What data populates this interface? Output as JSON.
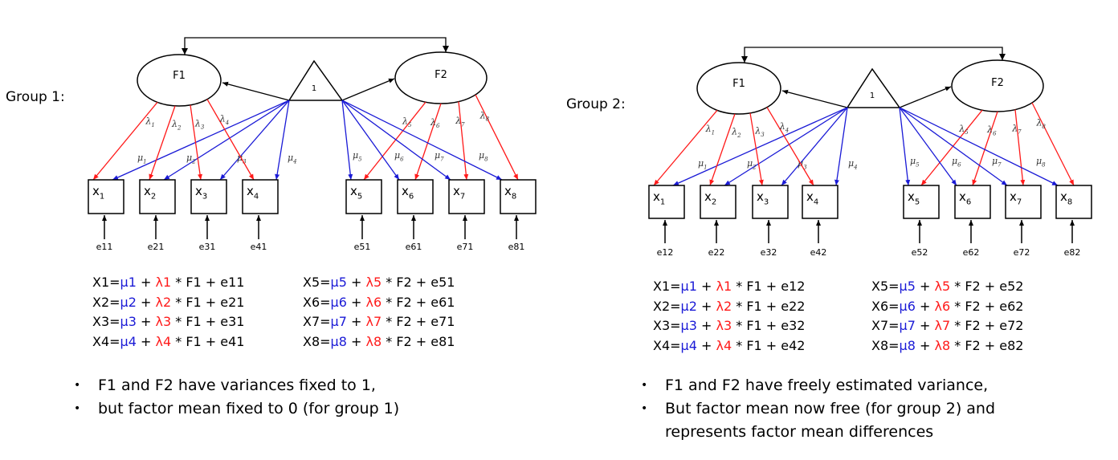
{
  "colors": {
    "intercept_path": "#1a1ad6",
    "loading_path": "#ff1a1a",
    "structure": "#000000"
  },
  "groups": [
    {
      "label": "Group 1:",
      "factors": [
        "F1",
        "F2"
      ],
      "constant_label": "1",
      "indicators": [
        {
          "name": "x",
          "sub": "1",
          "error": "e11",
          "loading": "λ",
          "loading_sub": "1",
          "intercept": "μ",
          "intercept_sub": "1",
          "factor": 0
        },
        {
          "name": "x",
          "sub": "2",
          "error": "e21",
          "loading": "λ",
          "loading_sub": "2",
          "intercept": "μ",
          "intercept_sub": "2",
          "factor": 0
        },
        {
          "name": "x",
          "sub": "3",
          "error": "e31",
          "loading": "λ",
          "loading_sub": "3",
          "intercept": "μ",
          "intercept_sub": "3",
          "factor": 0
        },
        {
          "name": "x",
          "sub": "4",
          "error": "e41",
          "loading": "λ",
          "loading_sub": "4",
          "intercept": "μ",
          "intercept_sub": "4",
          "factor": 0
        },
        {
          "name": "x",
          "sub": "5",
          "error": "e51",
          "loading": "λ",
          "loading_sub": "5",
          "intercept": "μ",
          "intercept_sub": "5",
          "factor": 1
        },
        {
          "name": "x",
          "sub": "6",
          "error": "e61",
          "loading": "λ",
          "loading_sub": "6",
          "intercept": "μ",
          "intercept_sub": "6",
          "factor": 1
        },
        {
          "name": "x",
          "sub": "7",
          "error": "e71",
          "loading": "λ",
          "loading_sub": "7",
          "intercept": "μ",
          "intercept_sub": "7",
          "factor": 1
        },
        {
          "name": "x",
          "sub": "8",
          "error": "e81",
          "loading": "λ",
          "loading_sub": "8",
          "intercept": "μ",
          "intercept_sub": "8",
          "factor": 1
        }
      ],
      "equations": [
        {
          "lhs": "X1=",
          "mu": "μ1",
          "plus1": " + ",
          "lam": "λ1",
          "rest": " * F1 + e11"
        },
        {
          "lhs": "X2=",
          "mu": "μ2",
          "plus1": " + ",
          "lam": "λ2",
          "rest": " * F1 + e21"
        },
        {
          "lhs": "X3=",
          "mu": "μ3",
          "plus1": " + ",
          "lam": "λ3",
          "rest": " * F1 + e31"
        },
        {
          "lhs": "X4=",
          "mu": "μ4",
          "plus1": " + ",
          "lam": "λ4",
          "rest": " * F1 + e41"
        },
        {
          "lhs": "X5=",
          "mu": "μ5",
          "plus1": " + ",
          "lam": "λ5",
          "rest": " * F2 + e51"
        },
        {
          "lhs": "X6=",
          "mu": "μ6",
          "plus1": " + ",
          "lam": "λ6",
          "rest": " * F2 + e61"
        },
        {
          "lhs": "X7=",
          "mu": "μ7",
          "plus1": " + ",
          "lam": "λ7",
          "rest": " * F2 + e71"
        },
        {
          "lhs": "X8=",
          "mu": "μ8",
          "plus1": " + ",
          "lam": "λ8",
          "rest": " * F2 + e81"
        }
      ],
      "bullets": [
        {
          "bullet": "•",
          "text": "F1 and F2 have variances fixed to 1,",
          "continuation": ""
        },
        {
          "bullet": "•",
          "text": "but factor mean fixed to 0 (for group 1)",
          "continuation": ""
        }
      ]
    },
    {
      "label": "Group 2:",
      "factors": [
        "F1",
        "F2"
      ],
      "constant_label": "1",
      "indicators": [
        {
          "name": "x",
          "sub": "1",
          "error": "e12",
          "loading": "λ",
          "loading_sub": "1",
          "intercept": "μ",
          "intercept_sub": "1",
          "factor": 0
        },
        {
          "name": "x",
          "sub": "2",
          "error": "e22",
          "loading": "λ",
          "loading_sub": "2",
          "intercept": "μ",
          "intercept_sub": "2",
          "factor": 0
        },
        {
          "name": "x",
          "sub": "3",
          "error": "e32",
          "loading": "λ",
          "loading_sub": "3",
          "intercept": "μ",
          "intercept_sub": "3",
          "factor": 0
        },
        {
          "name": "x",
          "sub": "4",
          "error": "e42",
          "loading": "λ",
          "loading_sub": "4",
          "intercept": "μ",
          "intercept_sub": "4",
          "factor": 0
        },
        {
          "name": "x",
          "sub": "5",
          "error": "e52",
          "loading": "λ",
          "loading_sub": "5",
          "intercept": "μ",
          "intercept_sub": "5",
          "factor": 1
        },
        {
          "name": "x",
          "sub": "6",
          "error": "e62",
          "loading": "λ",
          "loading_sub": "6",
          "intercept": "μ",
          "intercept_sub": "6",
          "factor": 1
        },
        {
          "name": "x",
          "sub": "7",
          "error": "e72",
          "loading": "λ",
          "loading_sub": "7",
          "intercept": "μ",
          "intercept_sub": "7",
          "factor": 1
        },
        {
          "name": "x",
          "sub": "8",
          "error": "e82",
          "loading": "λ",
          "loading_sub": "8",
          "intercept": "μ",
          "intercept_sub": "8",
          "factor": 1
        }
      ],
      "equations": [
        {
          "lhs": "X1=",
          "mu": "μ1",
          "plus1": " + ",
          "lam": "λ1",
          "rest": " * F1 + e12"
        },
        {
          "lhs": "X2=",
          "mu": "μ2",
          "plus1": " + ",
          "lam": "λ2",
          "rest": " * F1 + e22"
        },
        {
          "lhs": "X3=",
          "mu": "μ3",
          "plus1": " + ",
          "lam": "λ3",
          "rest": " * F1 + e32"
        },
        {
          "lhs": "X4=",
          "mu": "μ4",
          "plus1": " + ",
          "lam": "λ4",
          "rest": " * F1 + e42"
        },
        {
          "lhs": "X5=",
          "mu": "μ5",
          "plus1": " + ",
          "lam": "λ5",
          "rest": " * F2 + e52"
        },
        {
          "lhs": "X6=",
          "mu": "μ6",
          "plus1": " + ",
          "lam": "λ6",
          "rest": " * F2 + e62"
        },
        {
          "lhs": "X7=",
          "mu": "μ7",
          "plus1": " + ",
          "lam": "λ7",
          "rest": " * F2 + e72"
        },
        {
          "lhs": "X8=",
          "mu": "μ8",
          "plus1": " + ",
          "lam": "λ8",
          "rest": " * F2 + e82"
        }
      ],
      "bullets": [
        {
          "bullet": "•",
          "text": "F1 and F2 have freely estimated variance,",
          "continuation": ""
        },
        {
          "bullet": "•",
          "text": "But factor mean now free (for group 2) and",
          "continuation": "represents factor mean differences"
        }
      ]
    }
  ]
}
